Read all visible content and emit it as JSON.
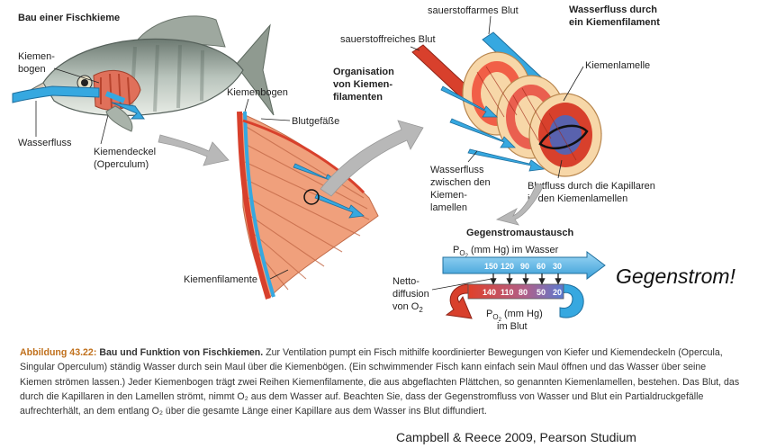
{
  "fish": {
    "title": "Bau einer Fischkieme",
    "label_kiemenbogen_line1": "Kiemen-",
    "label_kiemenbogen_line2": "bogen",
    "label_wasserfluss": "Wasserfluss",
    "label_kiemendeckel_line1": "Kiemendeckel",
    "label_kiemendeckel_line2": "(Operculum)"
  },
  "arch": {
    "label_kiemenbogen": "Kiemenbogen",
    "label_blutgefaesse": "Blutgefäße",
    "label_kiemenfilamente": "Kiemenfilamente"
  },
  "organisation": {
    "line1": "Organisation",
    "line2": "von Kiemen-",
    "line3": "filamenten"
  },
  "filament": {
    "label_sauerstoffarm": "sauerstoffarmes Blut",
    "label_sauerstoffreich": "sauerstoffreiches Blut",
    "title_line1": "Wasserfluss durch",
    "title_line2": "ein Kiemenfilament",
    "label_kiemenlamelle": "Kiemenlamelle",
    "water_line1": "Wasserfluss",
    "water_line2": "zwischen den",
    "water_line3": "Kiemen-",
    "water_line4": "lamellen",
    "blood_line1": "Blutfluss durch die Kapillaren",
    "blood_line2": "in den Kiemenlamellen"
  },
  "exchange": {
    "title": "Gegenstromaustausch",
    "water_label_pre": "P",
    "water_label_sub": "O",
    "water_label_sub2": "2",
    "water_label_post": " (mm Hg) im Wasser",
    "water_values": [
      "150",
      "120",
      "90",
      "60",
      "30"
    ],
    "blood_values": [
      "140",
      "110",
      "80",
      "50",
      "20"
    ],
    "netto_line1": "Netto-",
    "netto_line2": "diffusion",
    "netto_line3": "von O",
    "netto_line3_sub": "2",
    "blood_label_line1_pre": "P",
    "blood_label_line1_sub": "O",
    "blood_label_line1_sub2": "2",
    "blood_label_line1_post": " (mm Hg)",
    "blood_label_line2": "im Blut",
    "callout": "Gegenstrom!"
  },
  "caption": {
    "number": "Abbildung 43.22:",
    "title": "Bau und Funktion von Fischkiemen.",
    "text": "Zur Ventilation pumpt ein Fisch mithilfe koordinierter Bewegungen von Kiefer und Kiemendeckeln (Opercula, Singular Operculum) ständig Wasser durch sein Maul über die Kiemenbögen. (Ein schwimmender Fisch kann einfach sein Maul öffnen und das Wasser über seine Kiemen strömen lassen.) Jeder Kiemenbogen trägt zwei Reihen Kiemenfilamente, die aus abgeflachten Plättchen, so genannten Kiemenlamellen, bestehen. Das Blut, das durch die Kapillaren in den Lamellen strömt, nimmt O₂ aus dem Wasser auf. Beachten Sie, dass der Gegenstromfluss von Wasser und Blut ein Partialdruckgefälle aufrechterhält, an dem entlang O₂ über die gesamte Länge einer Kapillare aus dem Wasser ins Blut diffundiert."
  },
  "credit": "Campbell & Reece 2009, Pearson Studium",
  "colors": {
    "water_blue": "#36a8e0",
    "blood_red": "#d8402c",
    "filament_salmon": "#f0a07c",
    "grey_arrow": "#b8b8b8",
    "caption_orange": "#c0701c"
  }
}
